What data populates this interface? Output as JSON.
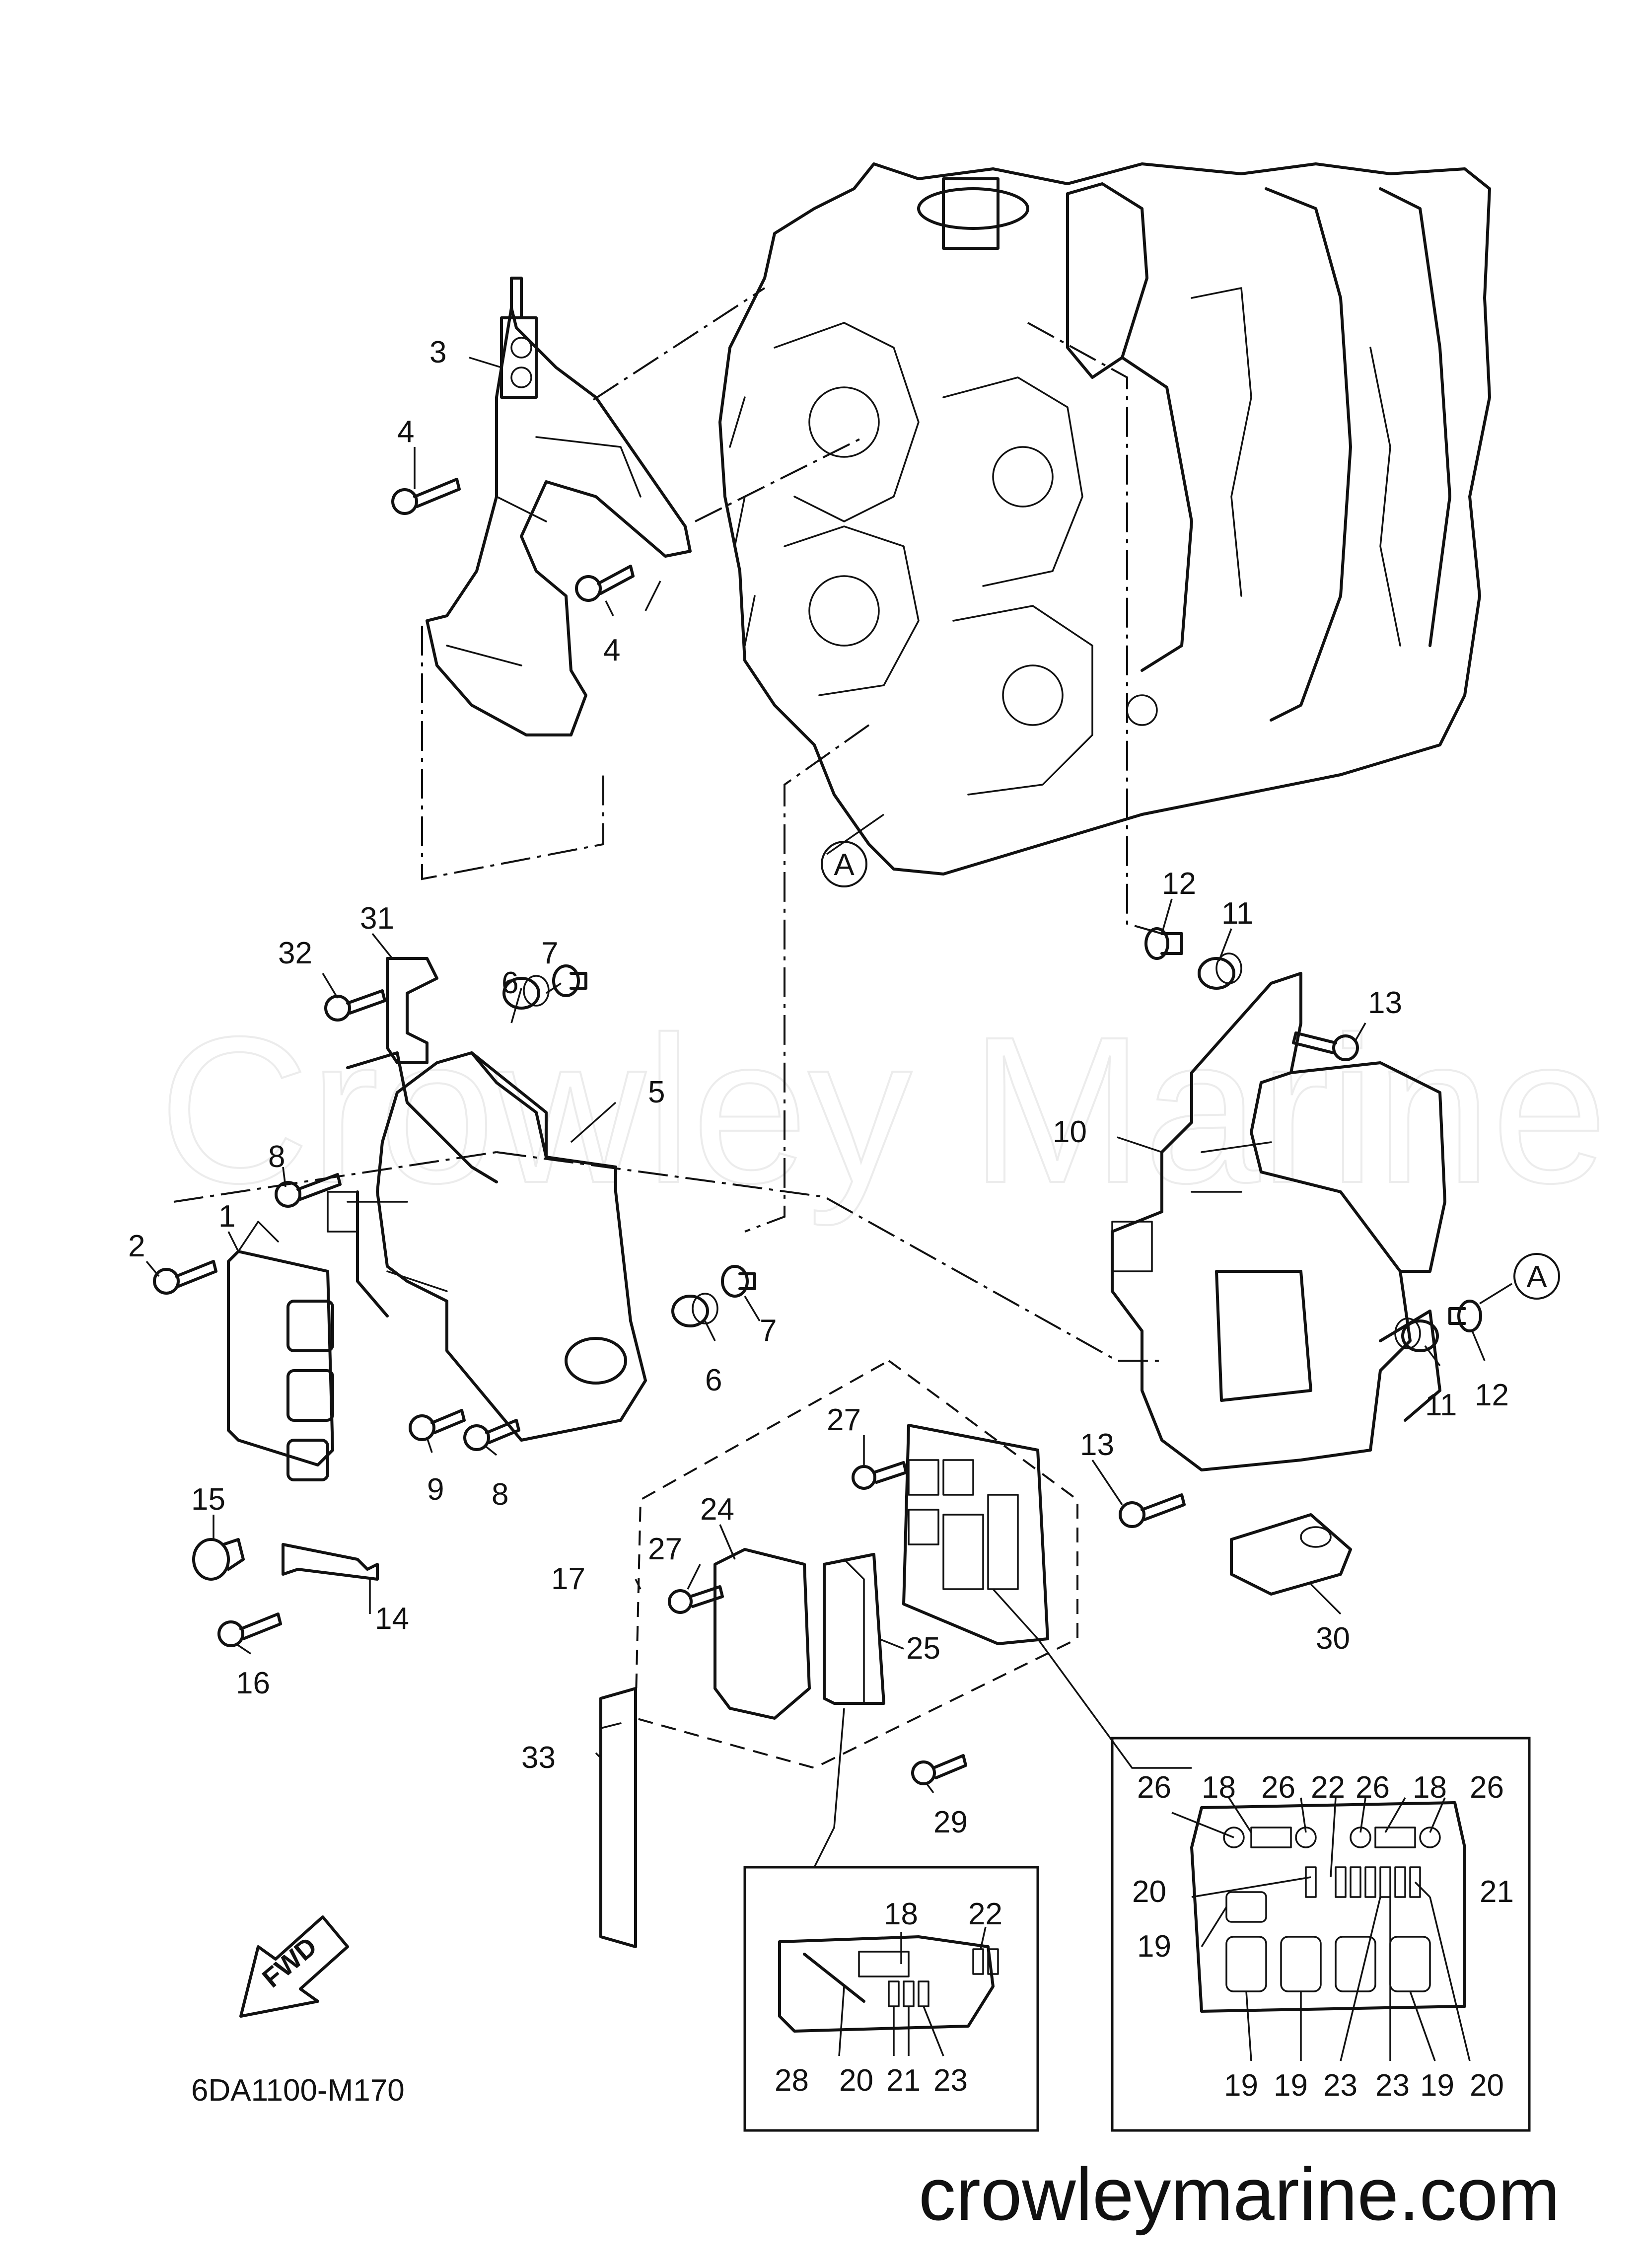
{
  "watermark": "Crowley Marine",
  "website": "crowleymarine.com",
  "diagram_code": "6DA1100-M170",
  "fwd_label": "FWD",
  "view_marker": "A",
  "labels": {
    "p1": "1",
    "p2": "2",
    "p3": "3",
    "p4a": "4",
    "p4b": "4",
    "p5": "5",
    "p6a": "6",
    "p6b": "6",
    "p7a": "7",
    "p7b": "7",
    "p8a": "8",
    "p8b": "8",
    "p9": "9",
    "p10": "10",
    "p11a": "11",
    "p11b": "11",
    "p12a": "12",
    "p12b": "12",
    "p13a": "13",
    "p13b": "13",
    "p14": "14",
    "p15": "15",
    "p16": "16",
    "p17": "17",
    "p24": "24",
    "p25": "25",
    "p27a": "27",
    "p27b": "27",
    "p29": "29",
    "p30": "30",
    "p31": "31",
    "p32": "32",
    "p33": "33"
  },
  "inset_left": {
    "labels": [
      "18",
      "22",
      "28",
      "20",
      "21",
      "23"
    ]
  },
  "inset_right": {
    "top_labels": [
      "26",
      "18",
      "26",
      "22",
      "26",
      "18",
      "26"
    ],
    "side_labels": {
      "left_top": "20",
      "left_mid": "19",
      "right_top": "21"
    },
    "bottom_labels": [
      "19",
      "19",
      "23",
      "23",
      "19",
      "20"
    ]
  }
}
